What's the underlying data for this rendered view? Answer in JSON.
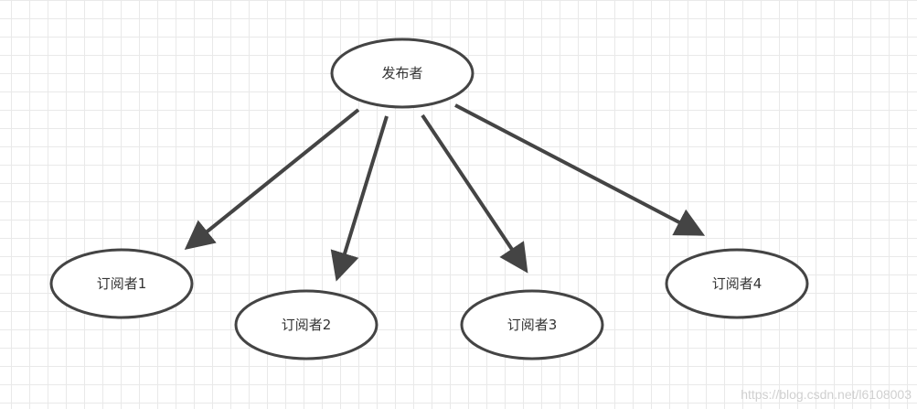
{
  "diagram": {
    "publisher": {
      "label": "发布者"
    },
    "subscribers": [
      {
        "label": "订阅者1"
      },
      {
        "label": "订阅者2"
      },
      {
        "label": "订阅者3"
      },
      {
        "label": "订阅者4"
      }
    ],
    "edges": [
      {
        "from": "发布者",
        "to": "订阅者1"
      },
      {
        "from": "发布者",
        "to": "订阅者2"
      },
      {
        "from": "发布者",
        "to": "订阅者3"
      },
      {
        "from": "发布者",
        "to": "订阅者4"
      }
    ],
    "colors": {
      "stroke": "#444444",
      "grid": "#e9e9e9",
      "background": "#ffffff"
    }
  },
  "watermark": "https://blog.csdn.net/l6108003"
}
